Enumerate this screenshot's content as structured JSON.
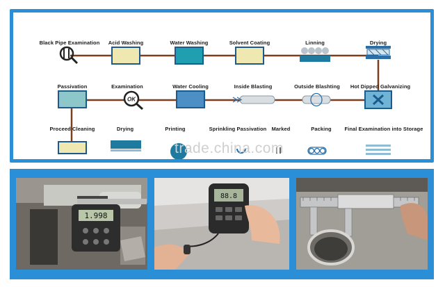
{
  "process": {
    "row1": [
      "Black Pipe Examination",
      "Acid Washing",
      "Water Washing",
      "Solvent Coating",
      "Linning",
      "Drying"
    ],
    "row2": [
      "Passivation",
      "Examination",
      "Water Cooling",
      "Inside Blasting",
      "Outside Blashting",
      "Hot Dipped Galvanizing"
    ],
    "row3": [
      "Proceed Cleaning",
      "Drying",
      "Printing",
      "Sprinkling Passivation",
      "Marked",
      "Packing",
      "Final Examination into Storage"
    ],
    "ok_mark": "OK"
  },
  "watermark": "trade.china.com",
  "photos": {
    "micrometer_reading": "1.998",
    "gauge_reading": "88.8"
  },
  "colors": {
    "frame_blue": "#2a8fd6",
    "connector_brown": "#7a3e1e",
    "tank_yellow": "#efe8b0",
    "tank_teal": "#1f9fb0",
    "tank_blue": "#4b8fc4"
  }
}
